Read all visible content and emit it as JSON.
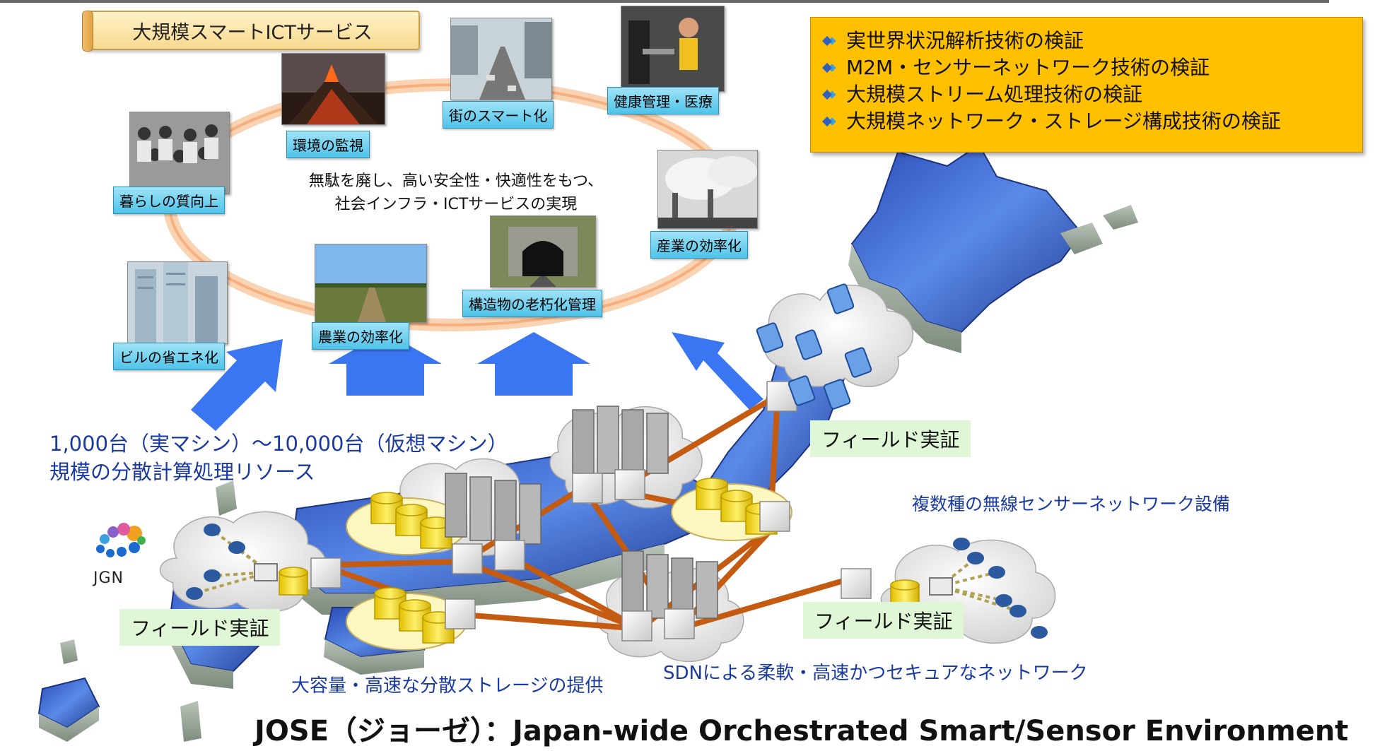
{
  "banner": {
    "title": "大規模スマートICTサービス"
  },
  "services": [
    {
      "id": "environment",
      "label": "環境の監視"
    },
    {
      "id": "city",
      "label": "街のスマート化"
    },
    {
      "id": "health",
      "label": "健康管理・医療"
    },
    {
      "id": "life",
      "label": "暮らしの質向上"
    },
    {
      "id": "industry",
      "label": "産業の効率化"
    },
    {
      "id": "structure",
      "label": "構造物の老朽化管理"
    },
    {
      "id": "agriculture",
      "label": "農業の効率化"
    },
    {
      "id": "building",
      "label": "ビルの省エネ化"
    }
  ],
  "goal_text": {
    "line1": "無駄を廃し、高い安全性・快適性をもつ、",
    "line2": "社会インフラ・ICTサービスの実現"
  },
  "verification_items": [
    "実世界状況解析技術の検証",
    "M2M・センサーネットワーク技術の検証",
    "大規模ストリーム処理技術の検証",
    "大規模ネットワーク・ストレージ構成技術の検証"
  ],
  "compute_resources": {
    "line1": "1,000台（実マシン）～10,000台（仮想マシン）",
    "line2": "規模の分散計算処理リソース"
  },
  "field_label": "フィールド実証",
  "wireless_label": "複数種の無線センサーネットワーク設備",
  "storage_label": "大容量・高速な分散ストレージの提供",
  "sdn_label": "SDNによる柔軟・高速かつセキュアなネットワーク",
  "logo": {
    "text": "JGN"
  },
  "footer": "JOSE（ジョーゼ）：Japan-wide Orchestrated Smart/Sensor Environment",
  "colors": {
    "tag": "#4fc3ea",
    "checklist": "#ffc000",
    "japan": "#3a5fc4",
    "link": "#c55a11",
    "arrow": "#2f6ff0"
  }
}
